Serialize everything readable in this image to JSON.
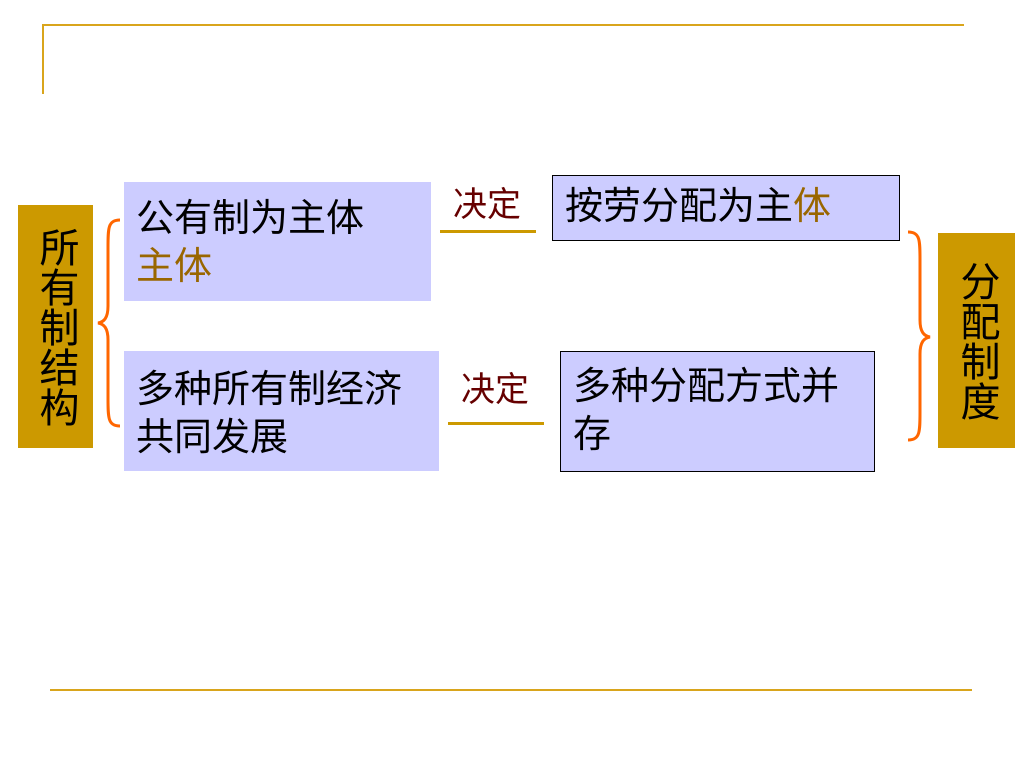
{
  "colors": {
    "frame_line": "#d9a51c",
    "side_label_bg": "#cc9900",
    "box_fill": "#ccccff",
    "brace": "#ff6600",
    "connector": "#cc9900",
    "decide_text": "#660000",
    "accent_text": "#996600"
  },
  "left_label": "所有制结构",
  "right_label": "分配制度",
  "boxes": {
    "public_ownership": {
      "main": "公有制为主体",
      "accent": "主体"
    },
    "labor_distribution": {
      "main": "按劳分配为主",
      "accent": "体"
    },
    "multiple_ownership": {
      "main": "多种所有制经济共同发展"
    },
    "multiple_distribution": {
      "main": "多种分配方式并存"
    }
  },
  "relations": {
    "top": "决定",
    "bottom": "决定"
  }
}
